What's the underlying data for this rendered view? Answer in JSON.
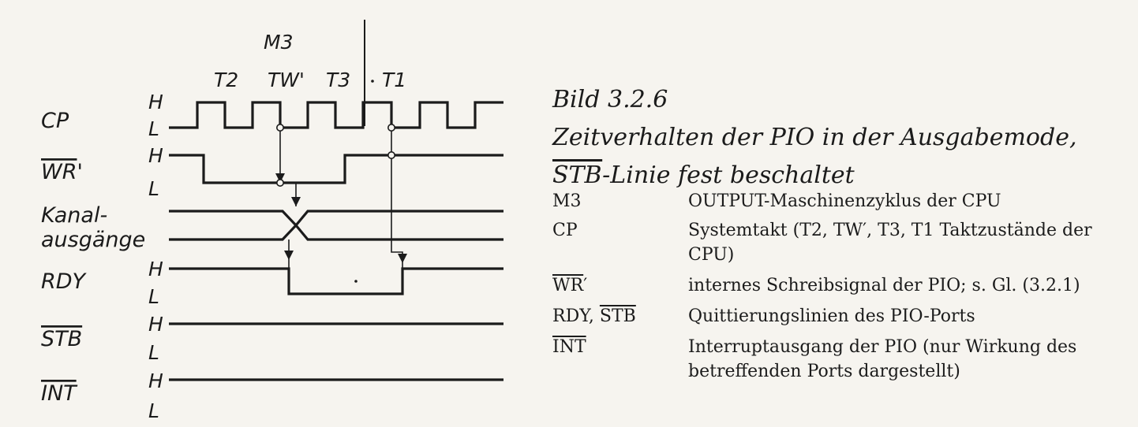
{
  "diagram": {
    "time_labels": {
      "cycle": "M3",
      "states": [
        "T2",
        "TW'",
        "T3",
        "T1"
      ]
    },
    "signals": {
      "cp": {
        "label": "CP",
        "levels": [
          "H",
          "L"
        ]
      },
      "wr": {
        "label": "WR",
        "suffix": "'",
        "overline": true,
        "levels": [
          "H",
          "L"
        ]
      },
      "kanal": {
        "label_lines": [
          "Kanal-",
          "ausgänge"
        ]
      },
      "rdy": {
        "label": "RDY",
        "levels": [
          "H",
          "L"
        ]
      },
      "stb": {
        "label": "STB",
        "overline": true,
        "levels": [
          "H",
          "L"
        ]
      },
      "int": {
        "label": "INT",
        "overline": true,
        "levels": [
          "H",
          "L"
        ]
      }
    }
  },
  "caption": {
    "figure_number": "Bild 3.2.6",
    "title_line1": "Zeitverhalten der PIO in der Ausgabemode,",
    "title_line2_overlined": "STB",
    "title_line2_rest": "-Linie fest beschaltet"
  },
  "legend": {
    "m3": {
      "key": "M3",
      "text": "OUTPUT-Maschinenzyklus der CPU"
    },
    "cp": {
      "key": "CP",
      "text": "Systemtakt (T2, TW′, T3, T1 Taktzustände der CPU)"
    },
    "wr": {
      "key_overlined": "WR",
      "key_suffix": "′",
      "text": "internes Schreibsignal der PIO; s. Gl. (3.2.1)"
    },
    "rdy": {
      "key_plain": "RDY, ",
      "key_overlined": "STB",
      "text": "Quittierungslinien des PIO-Ports"
    },
    "int": {
      "key_overlined": "INT",
      "text": "Interruptausgang der PIO (nur Wirkung des betreffenden Ports dargestellt)"
    }
  }
}
